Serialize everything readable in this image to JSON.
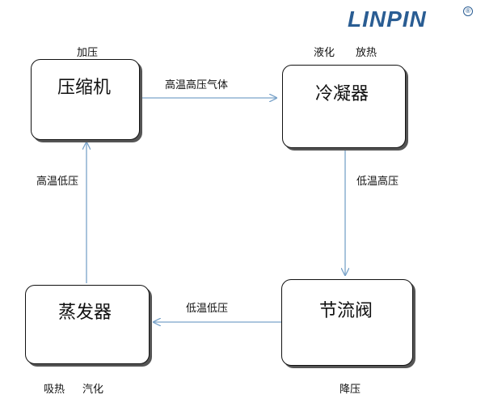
{
  "logo": {
    "text": "LINPIN",
    "registered_mark": "®"
  },
  "nodes": {
    "compressor": {
      "label": "压缩机",
      "note": "加压"
    },
    "condenser": {
      "label": "冷凝器",
      "note_left": "液化",
      "note_right": "放热"
    },
    "valve": {
      "label": "节流阀",
      "note": "降压"
    },
    "evaporator": {
      "label": "蒸发器",
      "note_left": "吸热",
      "note_right": "汽化"
    }
  },
  "edges": {
    "compressor_to_condenser": "高温高压气体",
    "condenser_to_valve": "低温高压",
    "valve_to_evaporator": "低温低压",
    "evaporator_to_compressor": "高温低压"
  },
  "colors": {
    "arrow": "#7aa3c9",
    "logo": "#2a5d93",
    "box_border": "#111111"
  }
}
